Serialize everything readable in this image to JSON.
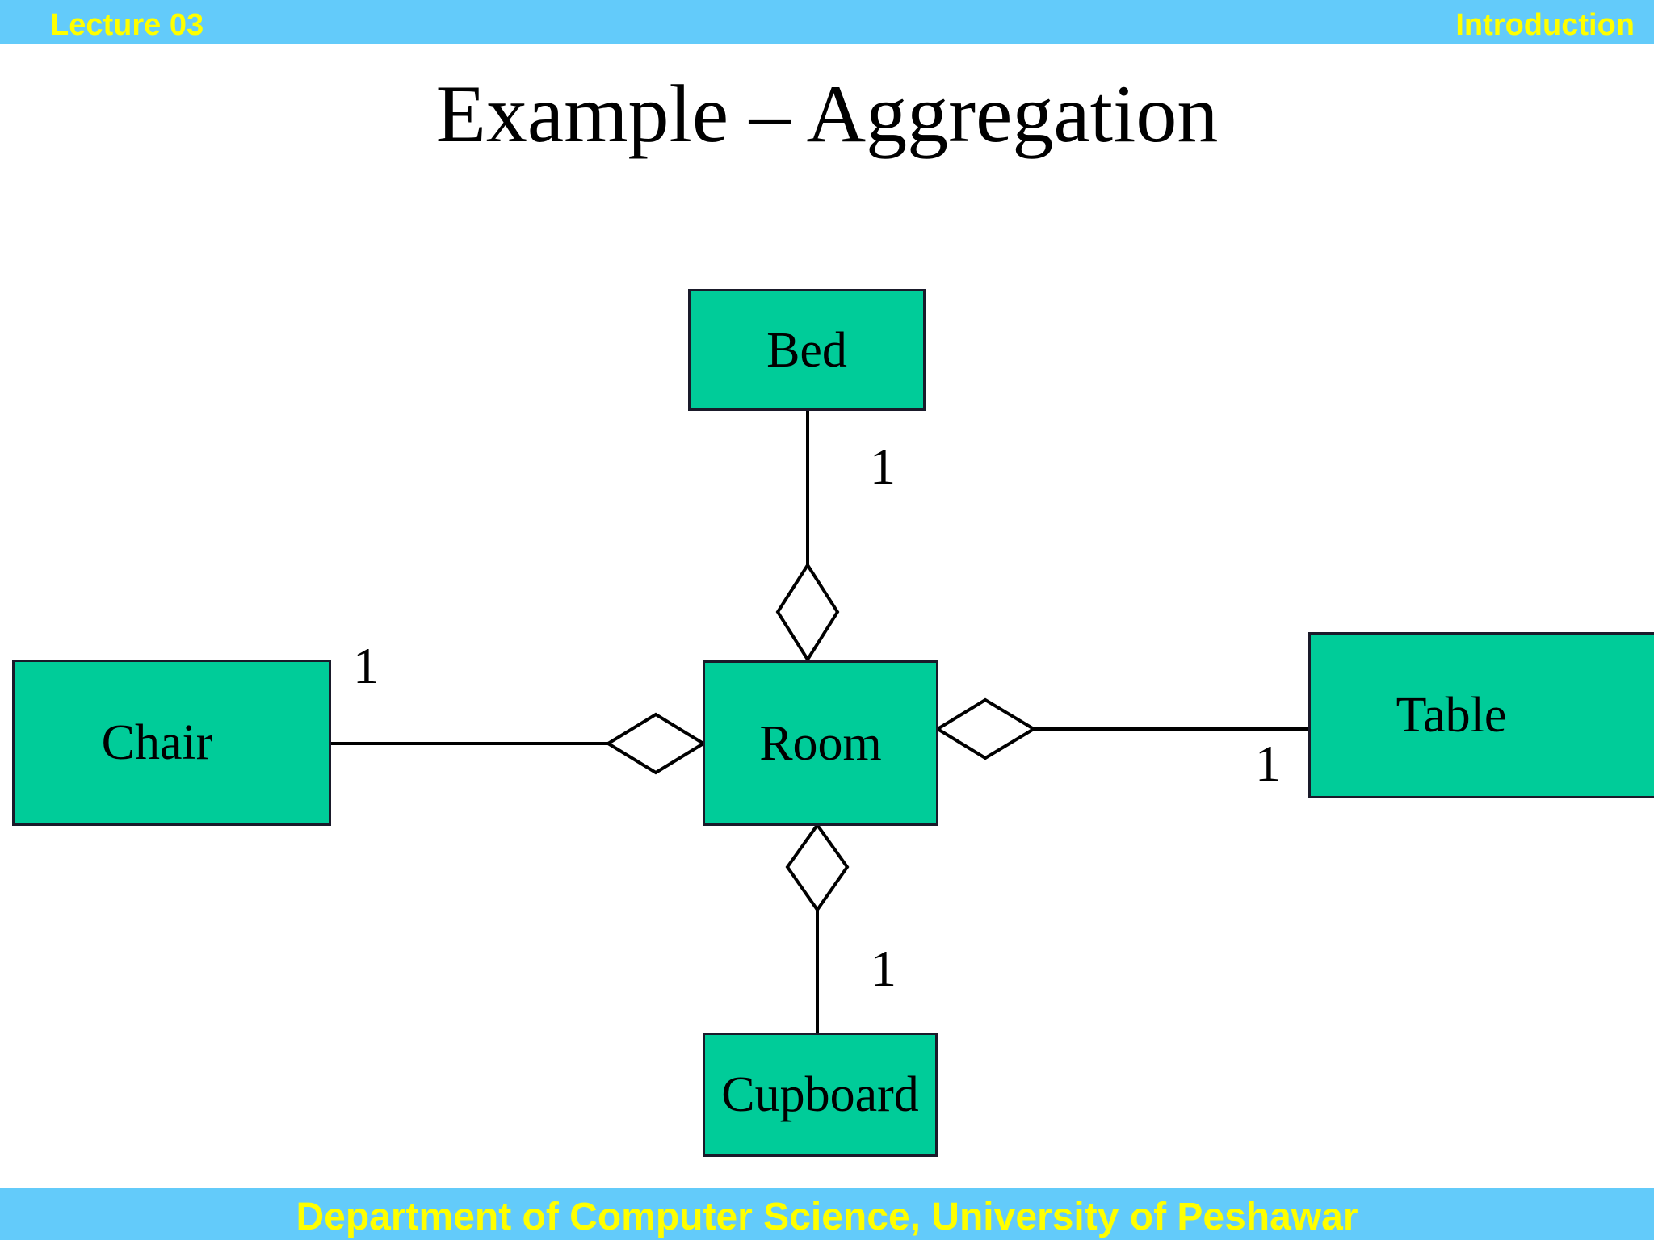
{
  "header": {
    "left_label": "Lecture 03",
    "right_label": "Introduction",
    "bar_color": "#63CBFA",
    "text_color": "#FFFF00"
  },
  "title": "Example – Aggregation",
  "footer": {
    "text": "Department  of Computer Science, University of Peshawar",
    "bar_color": "#63CBFA",
    "text_color": "#FFFF00"
  },
  "diagram": {
    "type": "uml-aggregation",
    "box_fill": "#00CC99",
    "box_stroke": "#1a1a2a",
    "diamond_fill": "#FFFFFF",
    "diamond_stroke": "#000000",
    "classes": {
      "bed": "Bed",
      "room": "Room",
      "chair": "Chair",
      "table": "Table",
      "cupboard": "Cupboard"
    },
    "multiplicities": {
      "bed": "1",
      "chair": "1",
      "table": "1",
      "cupboard": "1"
    },
    "relationships": [
      {
        "whole": "Room",
        "part": "Bed",
        "kind": "aggregation",
        "multiplicity": "1"
      },
      {
        "whole": "Room",
        "part": "Chair",
        "kind": "aggregation",
        "multiplicity": "1"
      },
      {
        "whole": "Room",
        "part": "Table",
        "kind": "aggregation",
        "multiplicity": "1"
      },
      {
        "whole": "Room",
        "part": "Cupboard",
        "kind": "aggregation",
        "multiplicity": "1"
      }
    ]
  }
}
